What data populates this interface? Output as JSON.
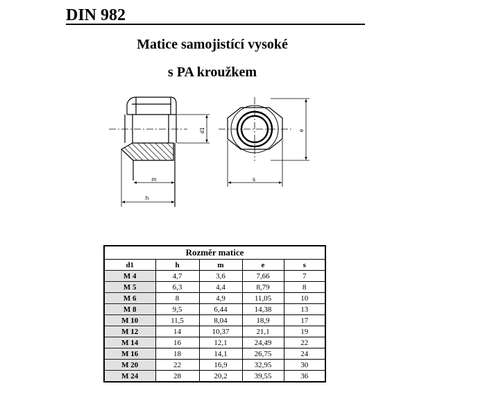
{
  "header": {
    "standard": "DIN 982",
    "subtitle_line1": "Matice samojistící vysoké",
    "subtitle_line2": "s PA kroužkem"
  },
  "drawing": {
    "dim_d1": "d1",
    "dim_m": "m",
    "dim_h": "h",
    "dim_s": "s",
    "dim_e": "e"
  },
  "table": {
    "caption": "Rozměr matice",
    "columns": [
      "d1",
      "h",
      "m",
      "e",
      "s"
    ],
    "rows": [
      [
        "M 4",
        "4,7",
        "3,6",
        "7,66",
        "7"
      ],
      [
        "M 5",
        "6,3",
        "4,4",
        "8,79",
        "8"
      ],
      [
        "M 6",
        "8",
        "4,9",
        "11,05",
        "10"
      ],
      [
        "M 8",
        "9,5",
        "6,44",
        "14,38",
        "13"
      ],
      [
        "M 10",
        "11,5",
        "8,04",
        "18,9",
        "17"
      ],
      [
        "M 12",
        "14",
        "10,37",
        "21,1",
        "19"
      ],
      [
        "M 14",
        "16",
        "12,1",
        "24,49",
        "22"
      ],
      [
        "M 16",
        "18",
        "14,1",
        "26,75",
        "24"
      ],
      [
        "M 20",
        "22",
        "16,9",
        "32,95",
        "30"
      ],
      [
        "M 24",
        "28",
        "20,2",
        "39,55",
        "36"
      ]
    ]
  }
}
